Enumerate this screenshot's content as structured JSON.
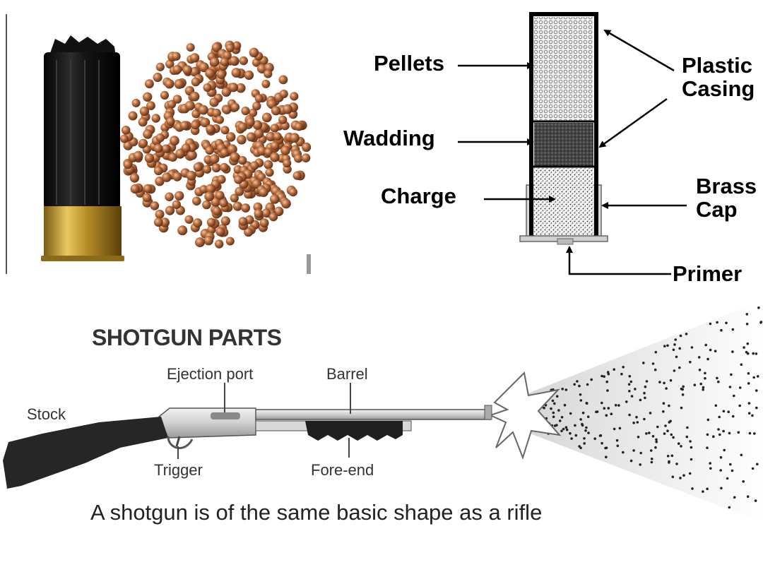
{
  "shell_diagram": {
    "labels": {
      "pellets": "Pellets",
      "wadding": "Wadding",
      "charge": "Charge",
      "plastic_casing_line1": "Plastic",
      "plastic_casing_line2": "Casing",
      "brass_cap_line1": "Brass",
      "brass_cap_line2": "Cap",
      "primer": "Primer"
    }
  },
  "shotgun_parts": {
    "title": "SHOTGUN PARTS",
    "labels": {
      "stock": "Stock",
      "ejection_port": "Ejection port",
      "barrel": "Barrel",
      "trigger": "Trigger",
      "fore_end": "Fore-end"
    },
    "caption": "A shotgun is of the same basic shape as a rifle"
  },
  "colors": {
    "shell_body": "#1a1a1a",
    "brass": "#c9a23a",
    "pellet": "#a0603a",
    "gun_stock": "#2a2a2a",
    "gun_metal": "#cfcfcf"
  }
}
